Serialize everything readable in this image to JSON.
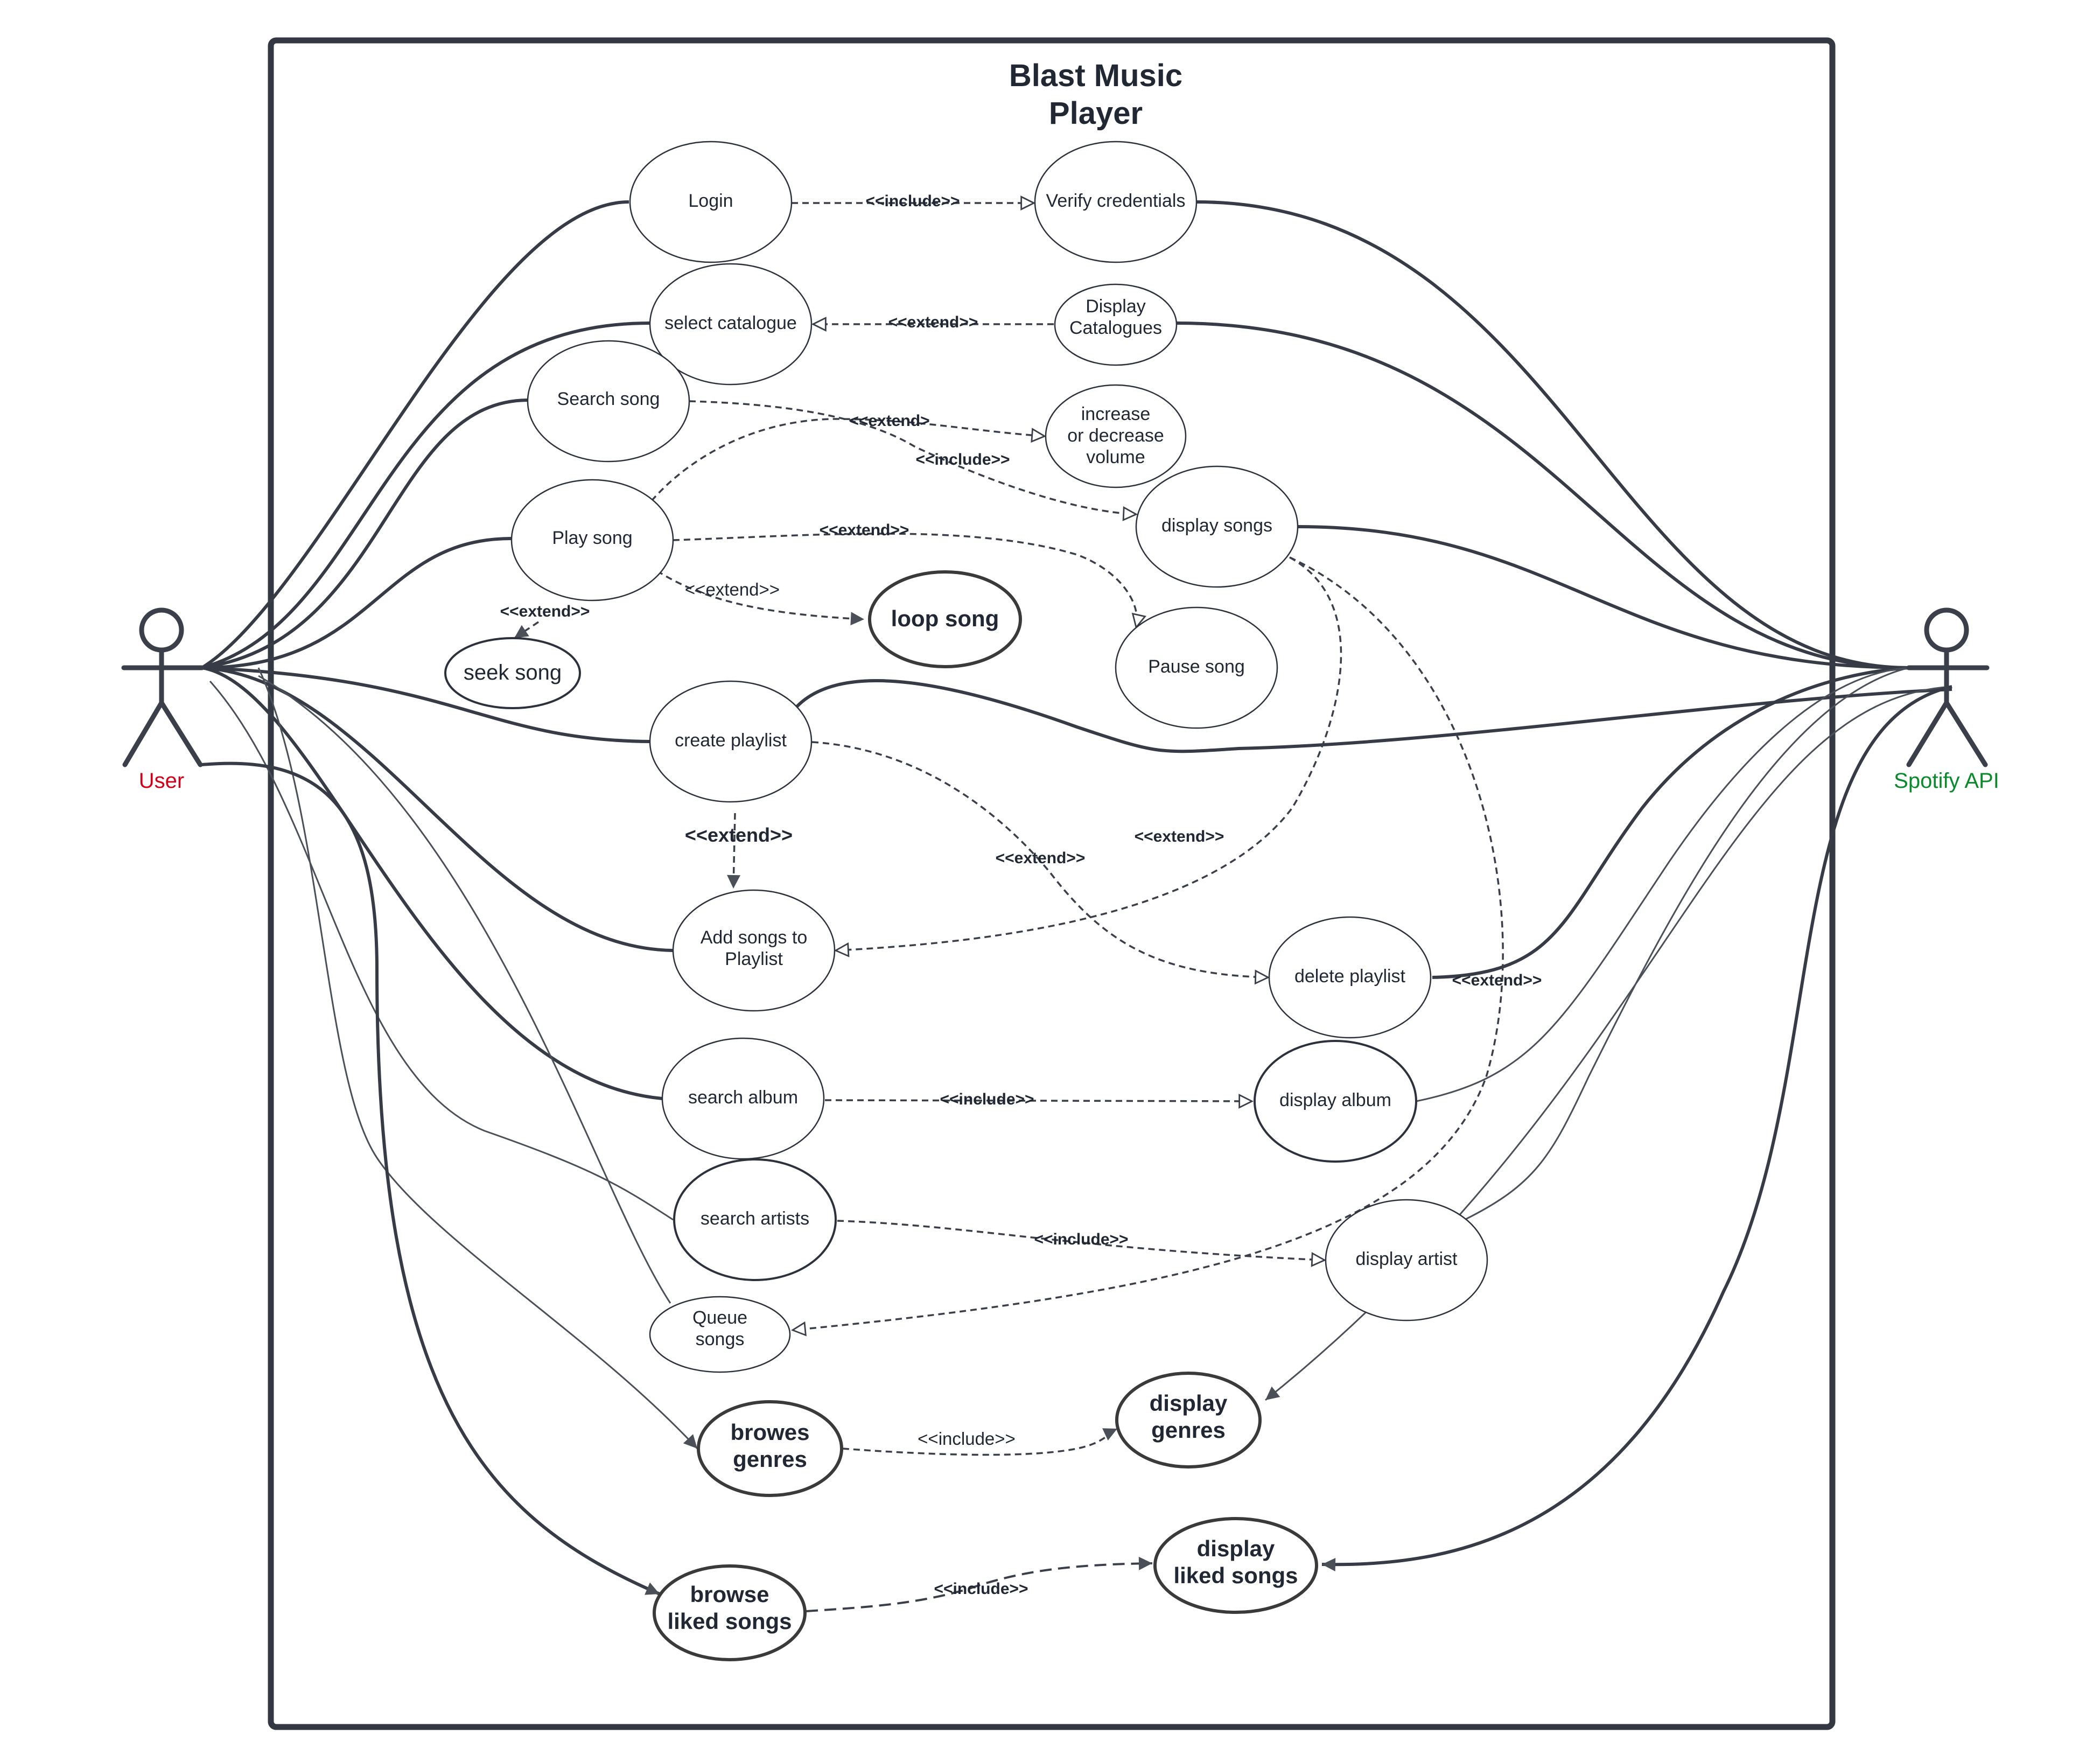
{
  "system": {
    "title_line1": "Blast Music",
    "title_line2": "Player"
  },
  "actors": {
    "user": {
      "label": "User",
      "color": "#d0021b"
    },
    "api": {
      "label": "Spotify API",
      "color": "#0a8a2a"
    }
  },
  "use_cases": {
    "login": [
      "Login"
    ],
    "verify": [
      "Verify credentials"
    ],
    "select_catalogue": [
      "select catalogue"
    ],
    "display_catalogues": [
      "Display",
      "Catalogues"
    ],
    "search_song": [
      "Search song"
    ],
    "volume": [
      "increase",
      "or decrease",
      "volume"
    ],
    "display_songs": [
      "display songs"
    ],
    "play_song": [
      "Play song"
    ],
    "loop_song": [
      "loop song"
    ],
    "seek_song": [
      "seek song"
    ],
    "pause_song": [
      "Pause song"
    ],
    "create_playlist": [
      "create playlist"
    ],
    "add_songs": [
      "Add songs to",
      "Playlist"
    ],
    "delete_playlist": [
      "delete playlist"
    ],
    "search_album": [
      "search album"
    ],
    "display_album": [
      "display album"
    ],
    "search_artists": [
      "search artists"
    ],
    "display_artist": [
      "display artist"
    ],
    "queue_songs": [
      "Queue",
      "songs"
    ],
    "browse_genres": [
      "browes",
      "genres"
    ],
    "display_genres": [
      "display",
      "genres"
    ],
    "browse_liked": [
      "browse",
      "liked songs"
    ],
    "display_liked": [
      "display",
      "liked songs"
    ]
  },
  "relations": {
    "login_include": "<<include>>",
    "catalogue_extend": "<<extend>>",
    "volume_extend": "<<extend>",
    "search_include": "<<include>>",
    "pause_extend": "<<extend>>",
    "loop_extend": "<<extend>>",
    "seek_extend": "<<extend>>",
    "add_extend": "<<extend>>",
    "delete_extend": "<<extend>>",
    "display_add_extend": "<<extend>>",
    "queue_extend": "<<extend>>",
    "album_include": "<<include>>",
    "artist_include": "<<include>>",
    "genres_include": "<<include>>",
    "liked_include": "<<include>>"
  }
}
